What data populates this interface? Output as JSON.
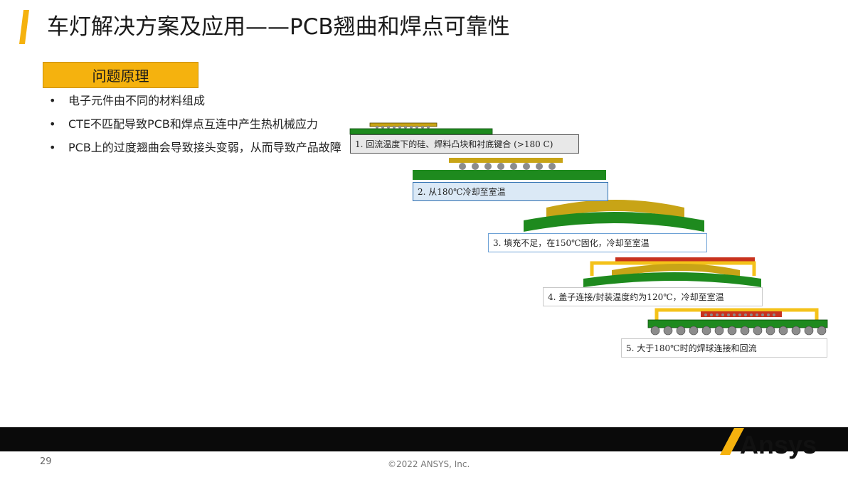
{
  "header": {
    "title": "车灯解决方案及应用——PCB翘曲和焊点可靠性",
    "accent_color": "#f5b20e"
  },
  "section": {
    "label": "问题原理"
  },
  "bullets": [
    {
      "marker": "•",
      "text": "电子元件由不同的材料组成"
    },
    {
      "marker": "•",
      "text": "CTE不匹配导致PCB和焊点互连中产生热机械应力"
    },
    {
      "marker": "•",
      "text": "PCB上的过度翘曲会导致接头变弱，从而导致产品故障"
    }
  ],
  "steps": [
    {
      "label": "1. 回流温度下的硅、焊料凸块和衬底键合 (>180 C)"
    },
    {
      "label": "2. 从180℃冷却至室温"
    },
    {
      "label": "3. 填充不足，在150℃固化，冷却至室温"
    },
    {
      "label": "4. 盖子连接/封装温度约为120℃，冷却至室温"
    },
    {
      "label": "5. 大于180℃时的焊球连接和回流"
    }
  ],
  "colors": {
    "pcb_green": "#1e8a1e",
    "die_gold": "#c8a416",
    "lid_yellow": "#f4c21a",
    "ball_gray": "#8c8c8c",
    "substrate_red": "#c8321e"
  },
  "footer": {
    "page_number": "29",
    "copyright": "©2022 ANSYS, Inc.",
    "logo_text": "Ansys"
  }
}
